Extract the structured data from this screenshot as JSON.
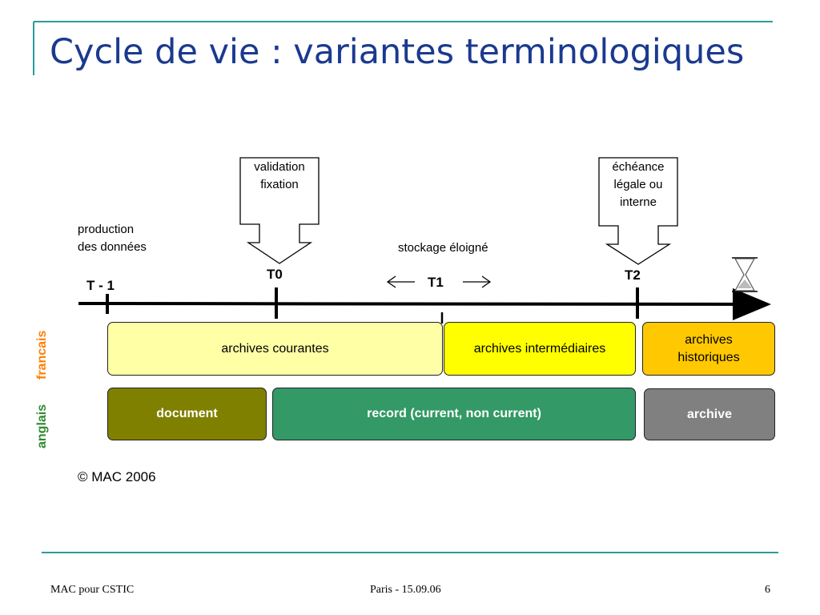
{
  "title": "Cycle de vie : variantes terminologiques",
  "colors": {
    "title": "#1a3a8f",
    "frame": "#2a9d9a",
    "courantes": "#ffffa6",
    "intermediaires": "#ffff00",
    "historiques": "#ffc800",
    "document": "#808000",
    "record": "#339966",
    "archive": "#808080",
    "anglais": "#2e8b2e",
    "francais": "#ff7f00"
  },
  "callouts": {
    "validation_line1": "validation",
    "validation_line2": "fixation",
    "echeance_line1": "échéance",
    "echeance_line2": "légale ou",
    "echeance_line3": "interne"
  },
  "labels": {
    "production_line1": "production",
    "production_line2": "des données",
    "stockage": "stockage éloigné"
  },
  "ticks": {
    "t_minus_1": "T - 1",
    "t0": "T0",
    "t1": "T1",
    "t2": "T2"
  },
  "icons": {
    "timer": "hourglass-icon"
  },
  "french_row": {
    "courantes": "archives courantes",
    "intermediaires": "archives intermédiaires",
    "historiques_line1": "archives",
    "historiques_line2": "historiques"
  },
  "english_row": {
    "document": "document",
    "record": "record (current, non current)",
    "archive": "archive"
  },
  "side_labels": {
    "anglais": "anglais",
    "francais": "francais"
  },
  "copyright": "© MAC 2006",
  "footer": {
    "left": "MAC pour CSTIC",
    "center": "Paris - 15.09.06",
    "page": "6"
  }
}
